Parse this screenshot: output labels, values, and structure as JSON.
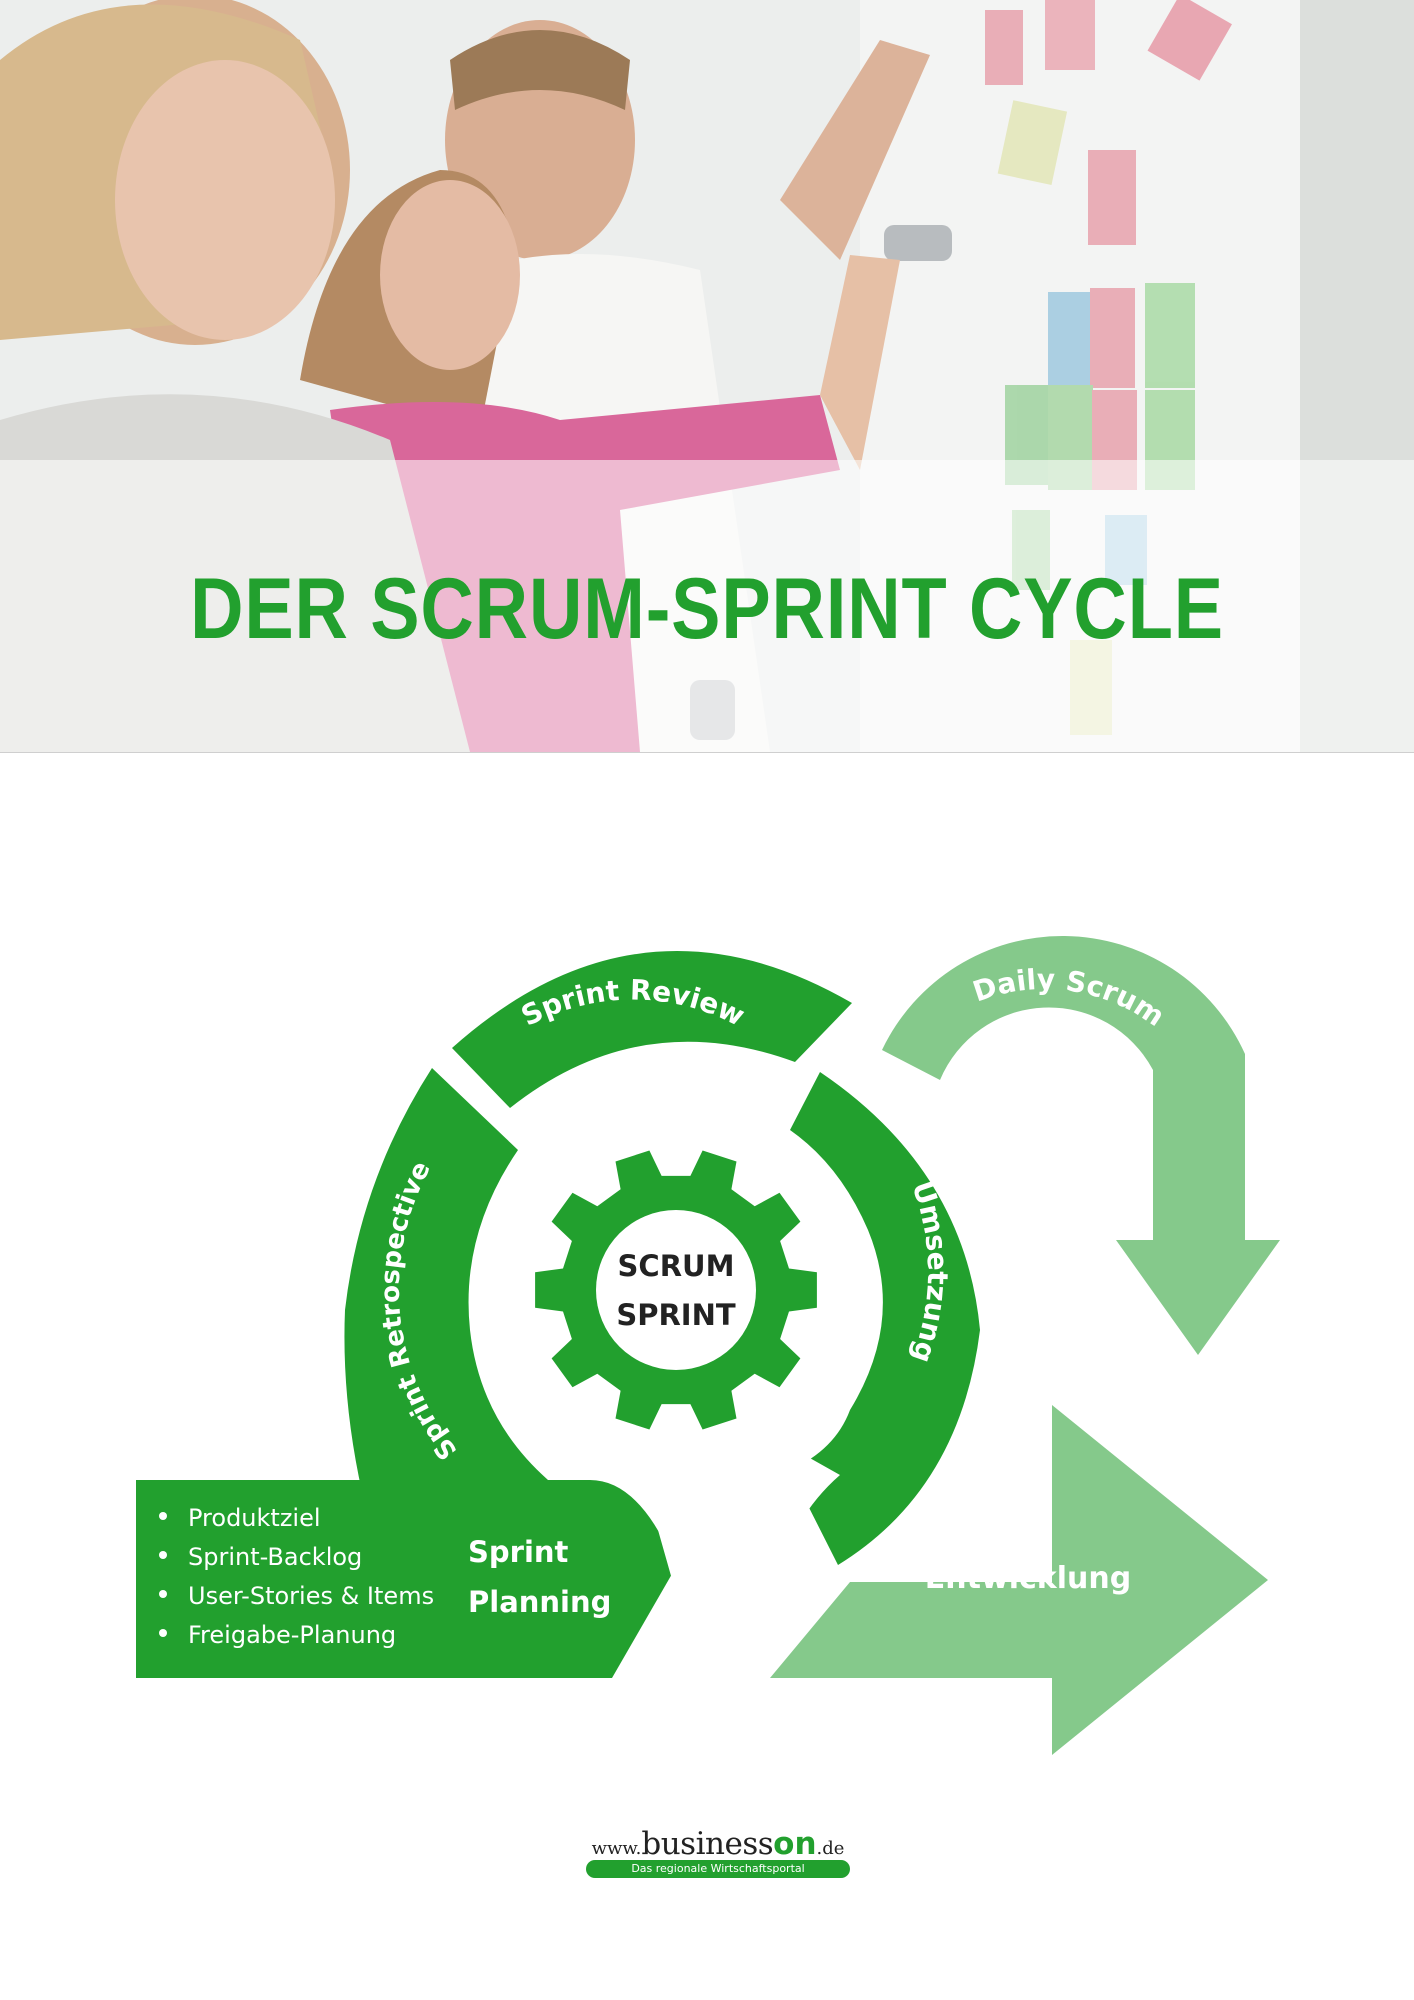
{
  "colors": {
    "green": "#22a02e",
    "light_green": "#85c98b",
    "text_dark": "#222222",
    "white": "#ffffff"
  },
  "header": {
    "title": "DER SCRUM-SPRINT CYCLE",
    "photo": "team-at-whiteboard-with-sticky-notes"
  },
  "diagram": {
    "center": [
      "SCRUM",
      "SPRINT"
    ],
    "segments": {
      "review": "Sprint Review",
      "implementation": "Umsetzung",
      "retrospective": "Sprint Retrospective"
    },
    "daily_scrum": "Daily Scrum",
    "planning": {
      "label": [
        "Sprint",
        "Planning"
      ],
      "items": [
        "Produktziel",
        "Sprint-Backlog",
        "User-Stories & Items",
        "Freigabe-Planung"
      ]
    },
    "development": "Entwicklung"
  },
  "footer": {
    "logo_prefix": "www.",
    "logo_business": "business",
    "logo_on": "on",
    "logo_suffix": ".de",
    "tagline": "Das regionale Wirtschaftsportal"
  }
}
